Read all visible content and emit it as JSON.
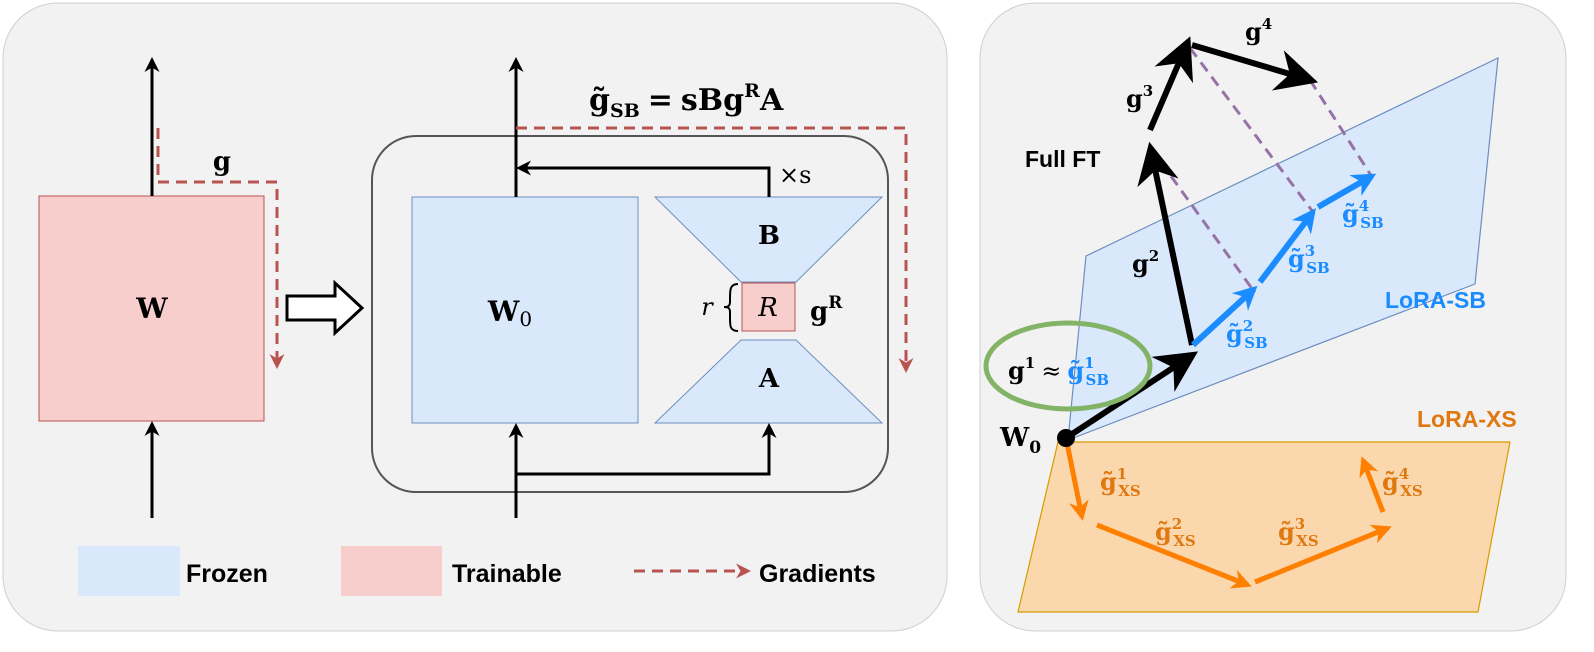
{
  "left_panel": {
    "w_label": "W",
    "g_label": "g",
    "w0_label": "W",
    "w0_sub": "0",
    "b_label": "B",
    "a_label": "A",
    "r_label": "R",
    "rank_label": "r",
    "scale_label": "×s",
    "gr_main": "g",
    "gr_sup": "R",
    "formula": {
      "lhs": "g̃",
      "lhs_sub": "SB",
      "eq": "=",
      "rhs_a": "sBg",
      "rhs_sup": "R",
      "rhs_b": "A"
    },
    "legend": {
      "frozen": "Frozen",
      "trainable": "Trainable",
      "gradients": "Gradients"
    }
  },
  "right_panel": {
    "full_ft": "Full FT",
    "lora_sb": "LoRA-SB",
    "lora_xs": "LoRA-XS",
    "w0_main": "W",
    "w0_sub": "0",
    "g_main": "g",
    "g_tilde": "g̃",
    "sub_sb": "SB",
    "sub_xs": "XS",
    "approx": "≈",
    "sups": [
      "1",
      "2",
      "3",
      "4"
    ]
  },
  "colors": {
    "frozen": "#dae8fc",
    "trainable": "#f8cecc",
    "gradient": "#b85450",
    "sb": "#1a8cff",
    "xs": "#ff8000",
    "xs_text": "#e07810",
    "dashed_proj": "#9673a6",
    "ellipse": "#82b366"
  }
}
